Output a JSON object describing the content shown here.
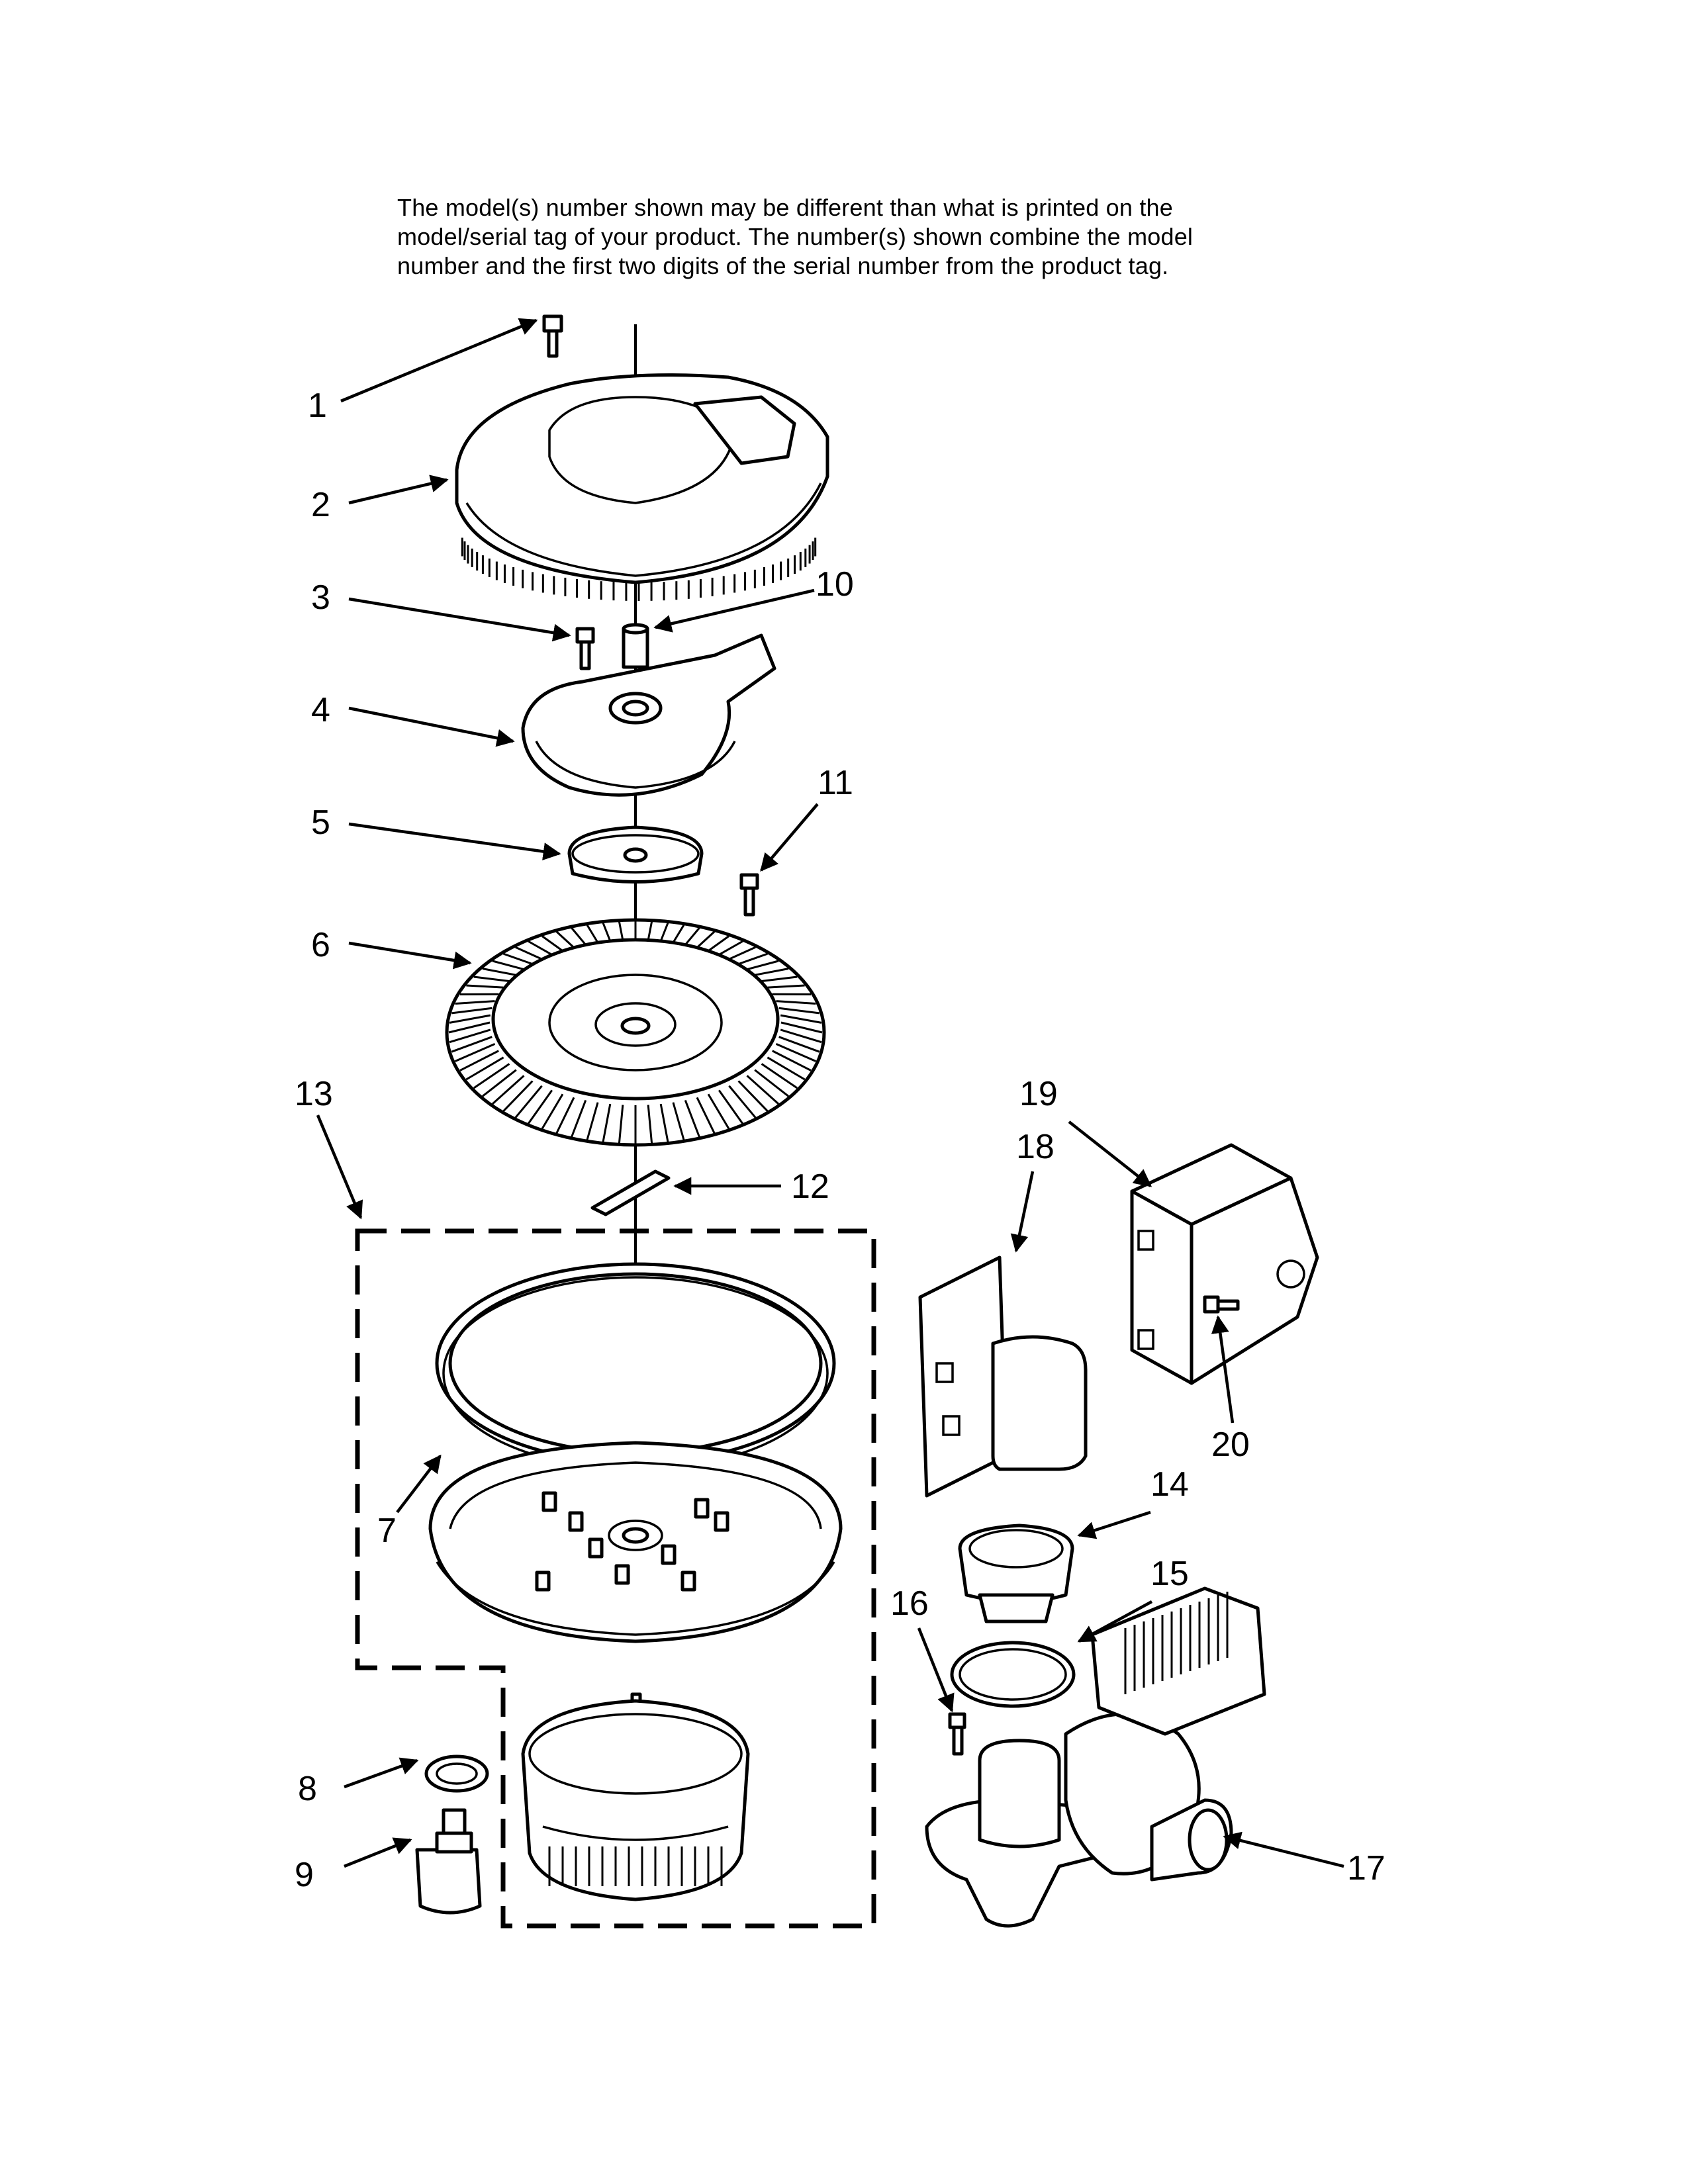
{
  "note": {
    "text": "The model(s) number shown may be different than what is printed on the\nmodel/serial tag of your product. The number(s) shown combine the model\nnumber and the first two digits of the serial number from the product tag."
  },
  "callouts": [
    "1",
    "2",
    "3",
    "4",
    "5",
    "6",
    "7",
    "8",
    "9",
    "10",
    "11",
    "12",
    "13",
    "14",
    "15",
    "16",
    "17",
    "18",
    "19",
    "20"
  ]
}
